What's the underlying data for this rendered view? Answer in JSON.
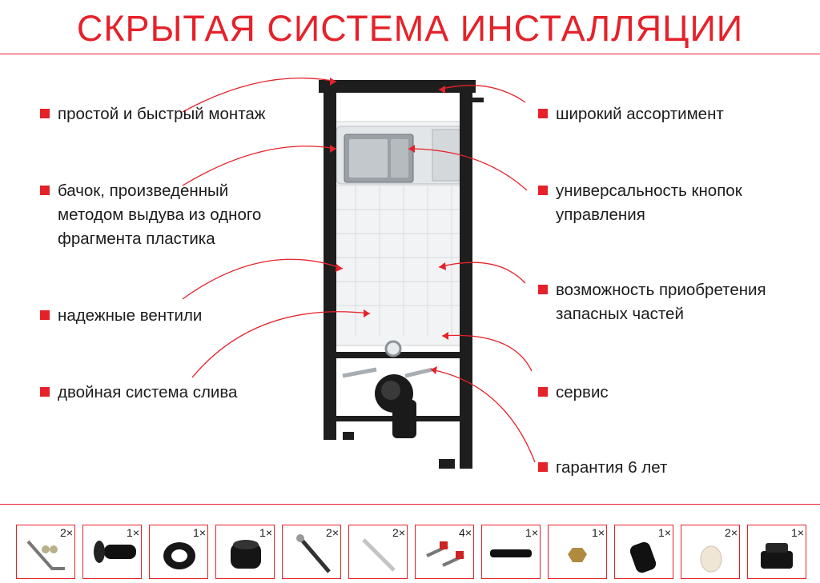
{
  "title": "СКРЫТАЯ СИСТЕМА ИНСТАЛЛЯЦИИ",
  "features_left": [
    {
      "lines": [
        "простой и быстрый монтаж"
      ]
    },
    {
      "lines": [
        "бачок, произведенный",
        "методом выдува из одного",
        "фрагмента пластика"
      ]
    },
    {
      "lines": [
        "надежные вентили"
      ]
    },
    {
      "lines": [
        "двойная система слива"
      ]
    }
  ],
  "features_right": [
    {
      "lines": [
        "широкий ассортимент"
      ]
    },
    {
      "lines": [
        "универсальность кнопок",
        "управления"
      ]
    },
    {
      "lines": [
        "возможность приобретения",
        "запасных частей"
      ]
    },
    {
      "lines": [
        "сервис"
      ]
    },
    {
      "lines": [
        "гарантия 6 лет"
      ]
    }
  ],
  "accessories": [
    {
      "count": "2×",
      "icon": "anchor-bolt-icon"
    },
    {
      "count": "1×",
      "icon": "drain-elbow-icon"
    },
    {
      "count": "1×",
      "icon": "rubber-seal-ring-icon"
    },
    {
      "count": "1×",
      "icon": "pipe-connector-icon"
    },
    {
      "count": "2×",
      "icon": "threaded-stud-icon"
    },
    {
      "count": "2×",
      "icon": "grey-rod-icon"
    },
    {
      "count": "4×",
      "icon": "wall-plug-icon"
    },
    {
      "count": "1×",
      "icon": "black-pipe-icon"
    },
    {
      "count": "1×",
      "icon": "brass-nut-icon"
    },
    {
      "count": "1×",
      "icon": "pipe-sleeve-icon"
    },
    {
      "count": "2×",
      "icon": "cap-icon"
    },
    {
      "count": "1×",
      "icon": "drain-adapter-icon"
    }
  ],
  "colors": {
    "accent": "#e5222a",
    "frame": "#1e1e1e",
    "text": "#1c1c1c"
  }
}
